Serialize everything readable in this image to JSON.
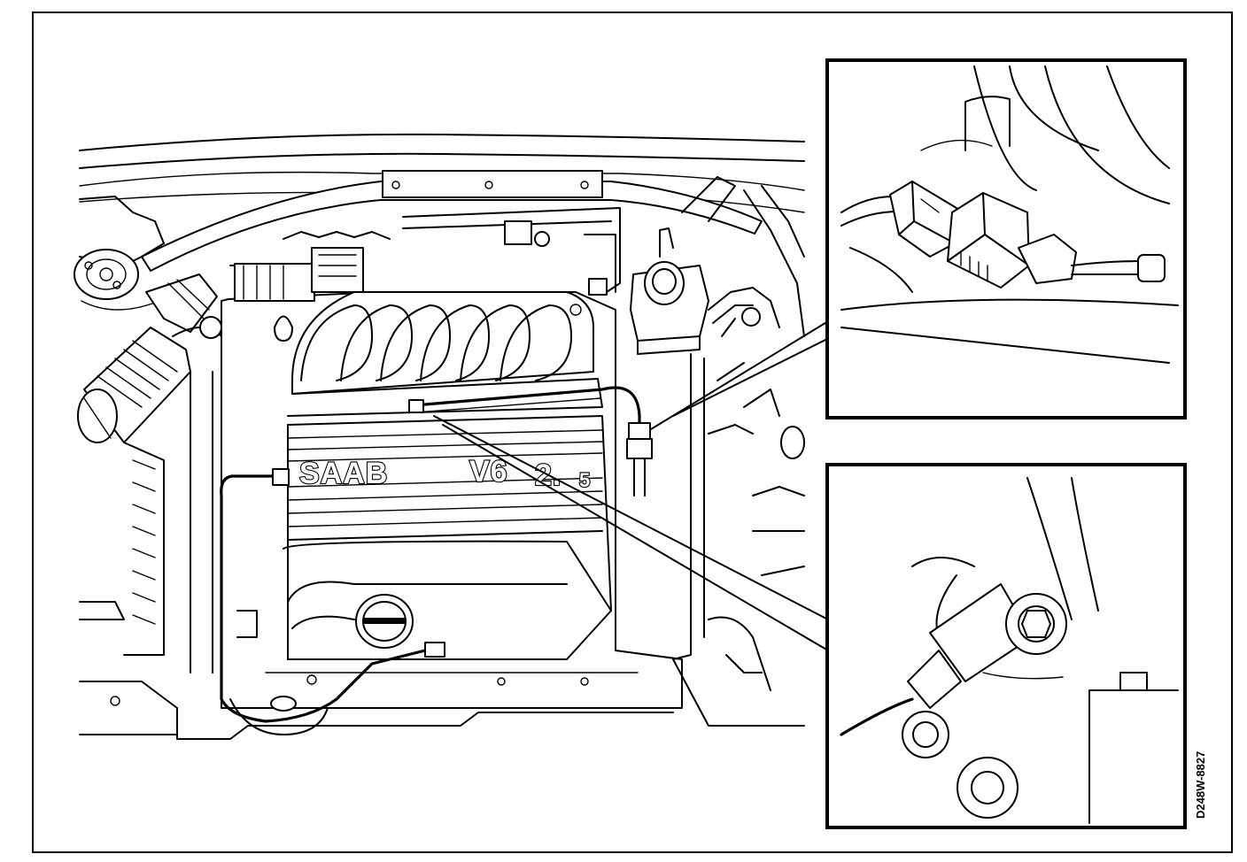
{
  "figure": {
    "id": "D248W-8827"
  },
  "engine_cover": {
    "brand_text": "SAAB",
    "model_text": "V6",
    "displacement_text": "2.",
    "displacement_sub": "5"
  },
  "colors": {
    "line": "#000000",
    "background": "#ffffff"
  }
}
